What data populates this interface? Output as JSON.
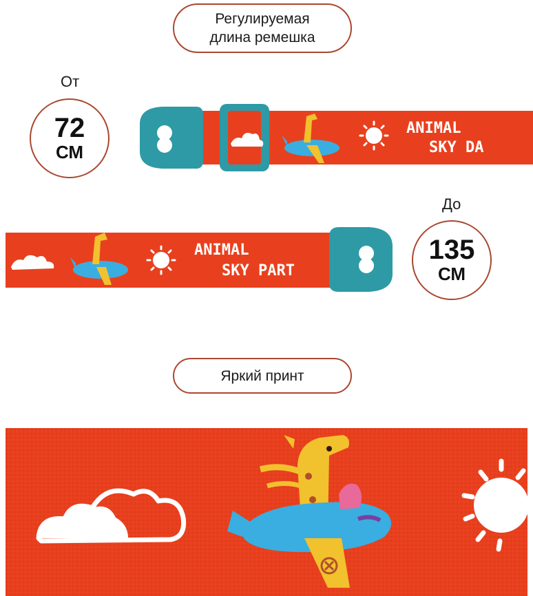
{
  "header": {
    "line1": "Регулируемая",
    "line2": "длина ремешка"
  },
  "min_length": {
    "prefix": "От",
    "value": "72",
    "unit": "СМ"
  },
  "max_length": {
    "prefix": "До",
    "value": "135",
    "unit": "СМ"
  },
  "print_section": {
    "title": "Яркий принт"
  },
  "strap_print": {
    "line1": "ANIMAL",
    "line2_short": "SKY DA",
    "line2_long": "SKY PART"
  },
  "colors": {
    "strap": "#e8401e",
    "clip": "#2e9aa6",
    "accent_border": "#a8472e",
    "print_white": "#ffffff",
    "plane": "#3aaee0",
    "giraffe": "#f2c12e"
  },
  "icons": [
    "clip-icon",
    "buckle-icon",
    "cloud-icon",
    "sun-icon",
    "plane-icon",
    "giraffe-icon"
  ]
}
